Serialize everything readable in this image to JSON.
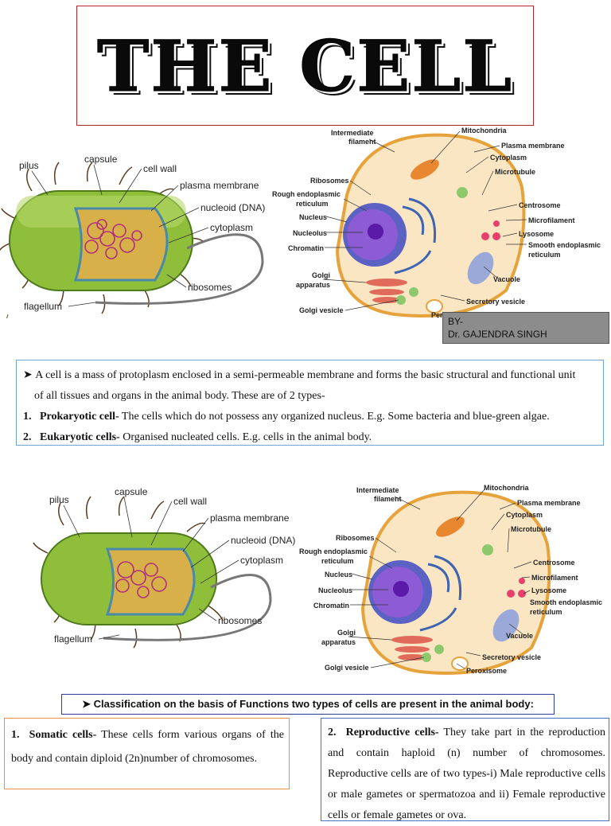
{
  "title": "THE CELL",
  "author": {
    "line1": "BY-",
    "line2": "Dr. GAJENDRA SINGH"
  },
  "bacteria_labels": {
    "pilus": "pilus",
    "capsule": "capsule",
    "cell_wall": "cell wall",
    "plasma_membrane": "plasma membrane",
    "nucleoid": "nucleoid (DNA)",
    "cytoplasm": "cytoplasm",
    "ribosomes": "ribosomes",
    "flagellum": "flagellum"
  },
  "animal_labels": {
    "intermediate_filament_1": "Intermediate",
    "intermediate_filament_2": "filament",
    "ribosomes": "Ribosomes",
    "rer_1": "Rough endoplasmic",
    "rer_2": "reticulum",
    "nucleus": "Nucleus",
    "nucleolus": "Nucleolus",
    "chromatin": "Chromatin",
    "golgi_1": "Golgi",
    "golgi_2": "apparatus",
    "golgi_vesicle": "Golgi vesicle",
    "mitochondria": "Mitochondria",
    "plasma_membrane": "Plasma membrane",
    "cytoplasm": "Cytoplasm",
    "microtubule": "Microtubule",
    "centrosome": "Centrosome",
    "microfilament": "Microfilament",
    "lysosome": "Lysosome",
    "ser_1": "Smooth endoplasmic",
    "ser_2": "reticulum",
    "vacuole": "Vacuole",
    "secretory_vesicle": "Secretory vesicle",
    "peroxisome": "Peroxisome",
    "peroxisome_partial": "Per"
  },
  "intro": {
    "line1": "A cell is a mass of protoplasm enclosed in a semi-permeable membrane and forms the basic structural and functional unit",
    "line2": "of all tissues and organs in the animal body. These are of 2 types-",
    "item1_num": "1.",
    "item1_term": "Prokaryotic cell-",
    "item1_text": " The cells which do not possess any organized nucleus. E.g. Some bacteria and blue-green algae.",
    "item2_num": "2.",
    "item2_term": "Eukaryotic cells-",
    "item2_text": " Organised nucleated cells. E.g. cells in the animal body."
  },
  "classification": "Classification on the basis of Functions two types of cells are present in the animal body:",
  "somatic": {
    "num": "1.",
    "term": "Somatic cells-",
    "text": " These cells form various organs of the body and contain diploid (2n)number of chromosomes."
  },
  "reproductive": {
    "num": "2.",
    "term": "Reproductive cells-",
    "text": " They take part in the reproduction and contain haploid (n) number of chromosomes. Reproductive cells are of two types-i) Male reproductive cells or male gametes or spermatozoa and ii) Female reproductive cells or female gametes or ova."
  }
}
